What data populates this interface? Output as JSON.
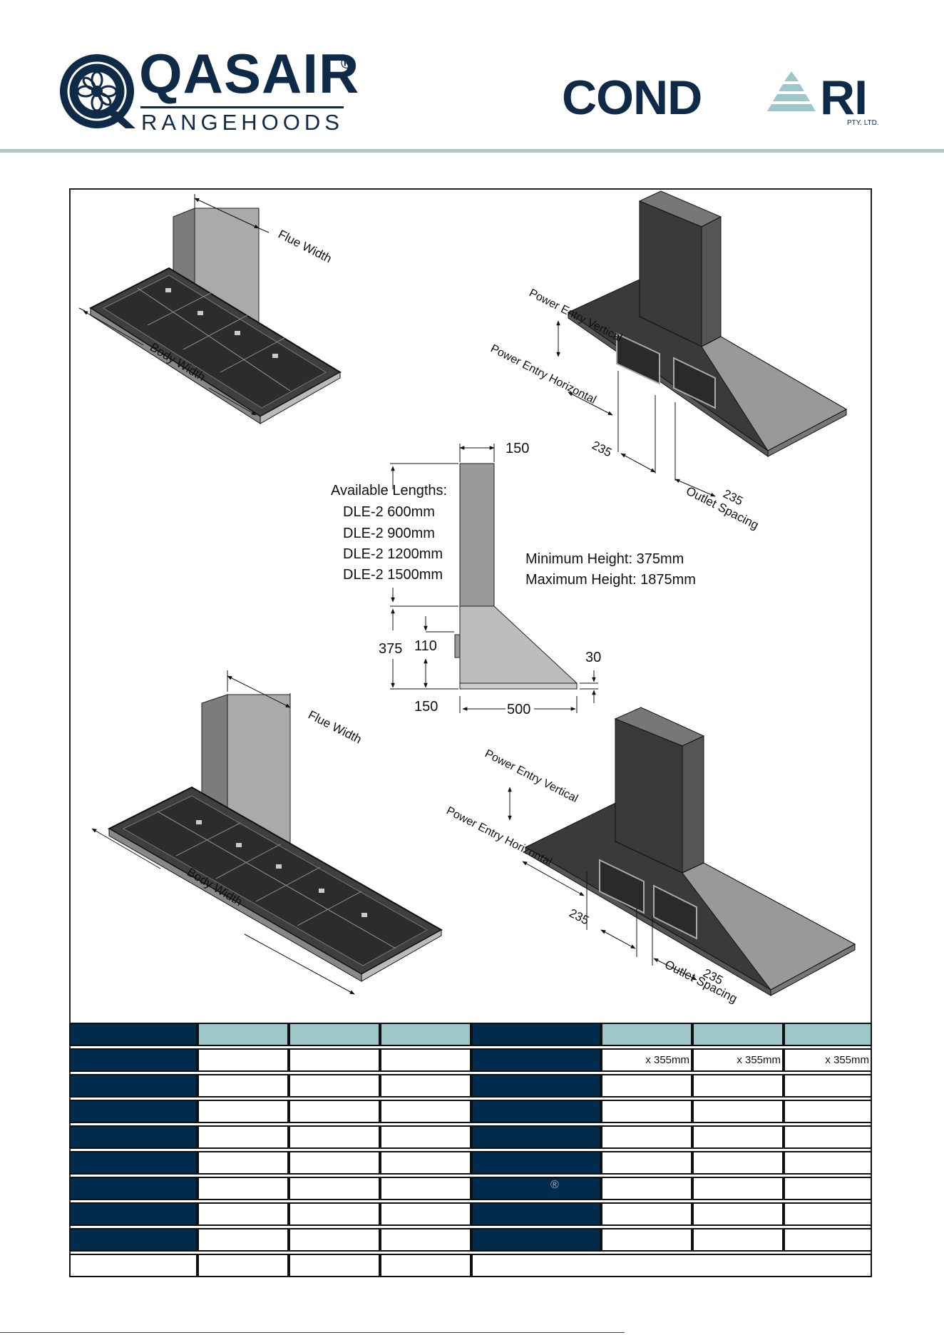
{
  "header": {
    "qasair": {
      "name": "QASAIR",
      "registered": "®",
      "subtitle": "RANGEHOODS"
    },
    "condari": {
      "name_left": "COND",
      "name_right": "RI",
      "suffix": "PTY. LTD."
    }
  },
  "drawing": {
    "top_left": {
      "flue_label": "Flue Width",
      "body_label": "Body Width"
    },
    "top_right": {
      "power_vertical": "Power Entry Vertical",
      "power_horizontal": "Power Entry Horizontal",
      "dim_left": "235",
      "dim_right": "235",
      "outlet_label": "Outlet Spacing"
    },
    "side": {
      "top_width": "150",
      "lengths_title": "Available Lengths:",
      "lengths": [
        "DLE-2 600mm",
        "DLE-2 900mm",
        "DLE-2 1200mm",
        "DLE-2 1500mm"
      ],
      "min_height": "Minimum Height:  375mm",
      "max_height": "Maximum Height: 1875mm",
      "body_height": "375",
      "inlet_height": "110",
      "lip_height": "30",
      "bottom_offset": "150",
      "depth": "500"
    },
    "bottom_left": {
      "flue_label": "Flue Width",
      "body_label": "Body Width"
    },
    "bottom_right": {
      "power_vertical": "Power Entry Vertical",
      "power_horizontal": "Power Entry Horizontal",
      "dim_left": "235",
      "dim_right": "235",
      "outlet_label": "Outlet Spacing"
    }
  },
  "table": {
    "outlet_values": [
      "x 355mm",
      "x 355mm",
      "x 355mm"
    ],
    "registered_mark": "®"
  },
  "colors": {
    "navy": "#002b4c",
    "teal": "#9fc7c9",
    "logo_navy": "#0e2a46",
    "rule_teal": "#a9c9c7"
  }
}
